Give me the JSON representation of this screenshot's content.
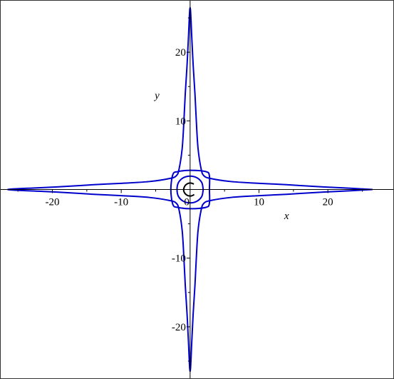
{
  "chart_data": {
    "type": "line",
    "title": "",
    "xlabel": "x",
    "ylabel": "y",
    "xlim": [
      -27.5,
      29.5
    ],
    "ylim": [
      -27.5,
      27.5
    ],
    "xticks": [
      -20,
      -10,
      10,
      20
    ],
    "yticks": [
      -20,
      -10,
      10,
      20
    ],
    "x_tick_labels": [
      "-20",
      "-10",
      "10",
      "20"
    ],
    "y_tick_labels": [
      "-20",
      "-10",
      "10",
      "20"
    ],
    "origin_label": "0",
    "grid": false,
    "legend": "none",
    "series": [
      {
        "color": "#0000cc",
        "points": [
          [
            26.5,
            0
          ],
          [
            22,
            0.25
          ],
          [
            18,
            0.45
          ],
          [
            14,
            0.7
          ],
          [
            10,
            0.9
          ],
          [
            6,
            1.15
          ],
          [
            3,
            1.6
          ],
          [
            2,
            2.0
          ],
          [
            1.6,
            3
          ],
          [
            1.15,
            6
          ],
          [
            0.9,
            10
          ],
          [
            0.7,
            14
          ],
          [
            0.45,
            18
          ],
          [
            0.25,
            22
          ],
          [
            0,
            26.5
          ],
          [
            -0.25,
            22
          ],
          [
            -0.45,
            18
          ],
          [
            -0.7,
            14
          ],
          [
            -0.9,
            10
          ],
          [
            -1.15,
            6
          ],
          [
            -1.6,
            3
          ],
          [
            -2.0,
            2.0
          ],
          [
            -3,
            1.6
          ],
          [
            -6,
            1.15
          ],
          [
            -10,
            0.9
          ],
          [
            -14,
            0.7
          ],
          [
            -18,
            0.45
          ],
          [
            -22,
            0.25
          ],
          [
            -26.5,
            0
          ],
          [
            -22,
            -0.25
          ],
          [
            -18,
            -0.45
          ],
          [
            -14,
            -0.7
          ],
          [
            -10,
            -0.9
          ],
          [
            -6,
            -1.15
          ],
          [
            -3,
            -1.6
          ],
          [
            -2.0,
            -2.0
          ],
          [
            -1.6,
            -3
          ],
          [
            -1.15,
            -6
          ],
          [
            -0.9,
            -10
          ],
          [
            -0.7,
            -14
          ],
          [
            -0.45,
            -18
          ],
          [
            -0.25,
            -22
          ],
          [
            0,
            -26.5
          ],
          [
            0.25,
            -22
          ],
          [
            0.45,
            -18
          ],
          [
            0.7,
            -14
          ],
          [
            0.9,
            -10
          ],
          [
            1.15,
            -6
          ],
          [
            1.6,
            -3
          ],
          [
            2.0,
            -2.0
          ],
          [
            3,
            -1.6
          ],
          [
            6,
            -1.15
          ],
          [
            10,
            -0.9
          ],
          [
            14,
            -0.7
          ],
          [
            18,
            -0.45
          ],
          [
            22,
            -0.25
          ],
          [
            26.5,
            0
          ]
        ]
      },
      {
        "color": "#0000cc",
        "points": [
          [
            2.8,
            0
          ],
          [
            2.8,
            2
          ],
          [
            2.3,
            2.6
          ],
          [
            0,
            2.8
          ],
          [
            -1.8,
            2.6
          ],
          [
            -2.5,
            2.2
          ],
          [
            -2.8,
            0
          ],
          [
            -2.5,
            -2.2
          ],
          [
            -1.8,
            -2.6
          ],
          [
            0,
            -2.8
          ],
          [
            2.3,
            -2.6
          ],
          [
            2.8,
            -2
          ],
          [
            2.8,
            0
          ]
        ]
      },
      {
        "color": "#0000cc",
        "points": [
          [
            1.9,
            0
          ],
          [
            1.7,
            1.0
          ],
          [
            1.0,
            1.7
          ],
          [
            0,
            1.95
          ],
          [
            -1.0,
            1.7
          ],
          [
            -1.7,
            1.0
          ],
          [
            -1.9,
            0
          ],
          [
            -1.7,
            -1.0
          ],
          [
            -1.0,
            -1.7
          ],
          [
            0,
            -1.95
          ],
          [
            1.0,
            -1.7
          ],
          [
            1.7,
            -1.0
          ],
          [
            1.9,
            0
          ]
        ]
      },
      {
        "color": "#000000",
        "points": [
          [
            0.55,
            0.8
          ],
          [
            0,
            0.95
          ],
          [
            -0.6,
            0.7
          ],
          [
            -0.9,
            0.2
          ],
          [
            -0.9,
            -0.3
          ],
          [
            -0.5,
            -0.8
          ],
          [
            0.1,
            -0.95
          ],
          [
            0.6,
            -0.75
          ]
        ]
      }
    ]
  }
}
